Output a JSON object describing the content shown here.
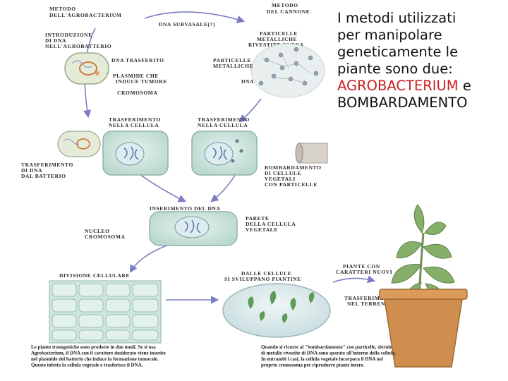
{
  "intro_lines": [
    "I metodi utilizzati",
    "per manipolare",
    "geneticamente le",
    "piante sono due:"
  ],
  "method1": "AGROBACTERIUM",
  "conj": " e",
  "method2_part1": "BOMBARDAMENTO",
  "colors": {
    "method_red": "#cc1f1f",
    "arrow": "#7a7fc2",
    "cell": "#cfe6df"
  },
  "figure": {
    "top_left": [
      "METODO",
      "DELL'AGROBACTERIUM"
    ],
    "top_right": [
      "METODO",
      "DEL CANNONE"
    ],
    "top_center": "DNA SUBVASALE(?)",
    "intro_dna": [
      "INTRODUZIONE",
      "DI DNA",
      "NELL'AGROBATTERIO"
    ],
    "dna_transferred": "DNA TRASFERITO",
    "plasmid": [
      "PLASMIDE CHE",
      "INDUCE TUMORE"
    ],
    "chromosome": "CROMOSOMA",
    "particles_coated": [
      "PARTICELLE",
      "METALLICHE",
      "RIVESTITE DI DNA"
    ],
    "metal_particles": [
      "PARTICELLE",
      "METALLICHE"
    ],
    "dna": "DNA",
    "transfer_cell_left": [
      "TRASFERIMENTO",
      "NELLA CELLULA"
    ],
    "transfer_cell_right": [
      "TRASFERIMENTO",
      "NELLA CELLULA"
    ],
    "transfer_dna_bacterium": [
      "TRASFERIMENTO",
      "DI DNA",
      "DAL BATTERIO"
    ],
    "bombardment": [
      "BOMBARDAMENTO",
      "DI CELLULE",
      "VEGETALI",
      "CON PARTICELLE"
    ],
    "insert_dna": "INSERIMENTO DEL DNA",
    "nucleus": [
      "NUCLEO",
      "CROMOSOMA"
    ],
    "cell_wall": [
      "PARETE",
      "DELLA CELLULA",
      "VEGETALE"
    ],
    "cell_division": "DIVISIONE CELLULARE",
    "from_cells": [
      "DALLE CELLULE",
      "SI SVILUPPANO PIANTINE"
    ],
    "plant": [
      "PIANTE CON",
      "CARATTERI NUOVI"
    ],
    "transfer_soil": [
      "TRASFERIMENTO",
      "NEL TERRENO"
    ],
    "caption_left": [
      "Le piante transgeniche sono prodotte in due modi. Se si usa",
      "Agrobacterium, il DNA con il carattere desiderato viene inserito",
      "nel plasmide del batterio che induce la formazione tumorale.",
      "Questo infetta la cellula vegetale e trasferisce il DNA."
    ],
    "caption_right": [
      "Quando si ricorre al \"bombardamento\" con particelle, sferule",
      "di metallo rivestite di DNA sono sparate all'interno della cellula.",
      "In entrambi i casi, la cellula vegetale incorpora il DNA nel",
      "proprio cromosoma per riprodurre piante intere."
    ]
  }
}
